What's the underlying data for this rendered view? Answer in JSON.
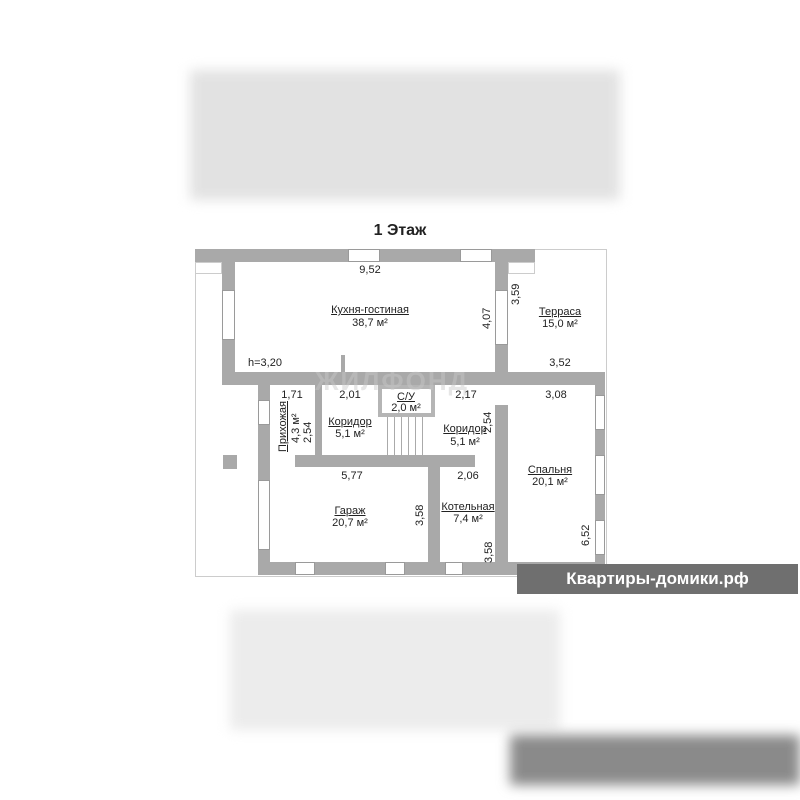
{
  "title": "1 Этаж",
  "watermark": "ЖИЛФОНД",
  "logo": "Квартиры-домики.рф",
  "ceiling_height": "h=3,20",
  "rooms": [
    {
      "name": "Кухня-гостиная",
      "area": "38,7 м²"
    },
    {
      "name": "Терраса",
      "area": "15,0 м²"
    },
    {
      "name": "Прихожая",
      "area": "4,3 м²"
    },
    {
      "name": "Коридор",
      "area": "5,1 м²"
    },
    {
      "name": "С/У",
      "area": "2,0 м²"
    },
    {
      "name": "Коридор",
      "area": "5,1 м²"
    },
    {
      "name": "Спальня",
      "area": "20,1 м²"
    },
    {
      "name": "Гараж",
      "area": "20,7 м²"
    },
    {
      "name": "Котельная",
      "area": "7,4 м²"
    }
  ],
  "dimensions": {
    "kitchen_width": "9,52",
    "kitchen_depth": "4,07",
    "terrace_depth": "3,59",
    "terrace_width": "3,52",
    "hall_width": "1,71",
    "hall_depth": "2,54",
    "corridor1_width": "2,01",
    "corridor2_width": "2,17",
    "corridor2_depth": "2,54",
    "bedroom_width": "3,08",
    "bedroom_depth": "6,52",
    "garage_width": "5,77",
    "garage_depth": "3,58",
    "boiler_width": "2,06",
    "boiler_depth": "3,58"
  }
}
